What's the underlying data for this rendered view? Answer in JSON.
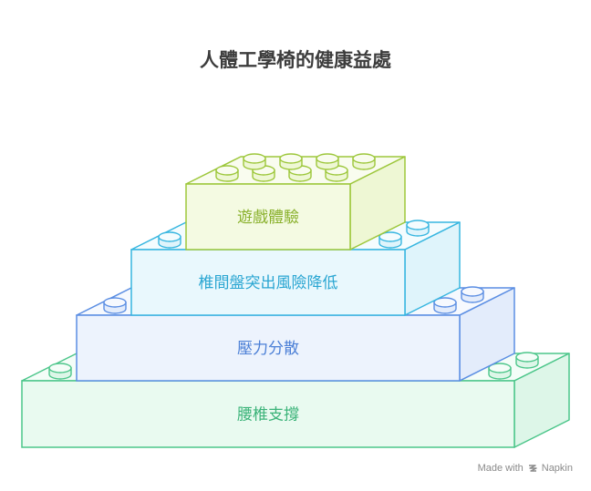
{
  "title": "人體工學椅的健康益處",
  "footer": {
    "made_with": "Made with",
    "brand": "Napkin",
    "icon": "napkin-logo-icon"
  },
  "colors": {
    "title": "#3c3c3c",
    "level_1": {
      "stroke": "#4cc68a",
      "front": "#e9faf0",
      "top": "#f4fdf8",
      "side": "#ddf6e8",
      "text": "#3bb379"
    },
    "level_2": {
      "stroke": "#5b8ee3",
      "front": "#edf3fd",
      "top": "#f6f9fe",
      "side": "#e3ecfb",
      "text": "#4b7fd6"
    },
    "level_3": {
      "stroke": "#37b6e0",
      "front": "#e9f8fd",
      "top": "#f4fcfe",
      "side": "#dff4fb",
      "text": "#2aa6d2"
    },
    "level_4": {
      "stroke": "#9dc73b",
      "front": "#f4fae2",
      "top": "#f9fcef",
      "side": "#eef7d4",
      "text": "#8ab12d"
    }
  },
  "levels": [
    {
      "id": "level_1",
      "label": "腰椎支撐"
    },
    {
      "id": "level_2",
      "label": "壓力分散"
    },
    {
      "id": "level_3",
      "label": "椎間盤突出風險降低"
    },
    {
      "id": "level_4",
      "label": "遊戲體驗"
    }
  ]
}
